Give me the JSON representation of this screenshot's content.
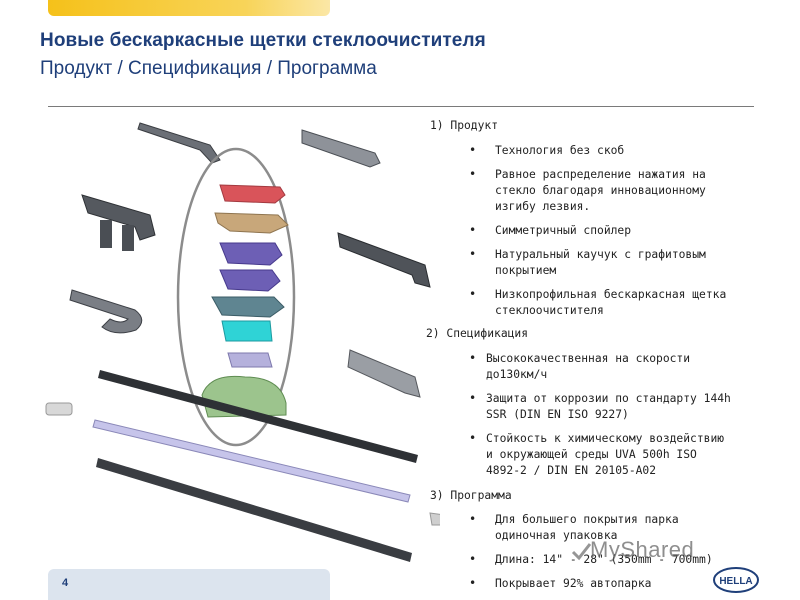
{
  "slide": {
    "title": "Новые бескаркасные щетки стеклоочистителя",
    "subtitle": "Продукт / Спецификация / Программа",
    "page_number": "4"
  },
  "sections": {
    "product": {
      "heading": "1) Продукт",
      "items": [
        [
          "Технология без  скоб"
        ],
        [
          "Равное распределение нажатия на",
          "стекло благодаря инновационному",
          "изгибу лезвия."
        ],
        [
          "Симметричный спойлер"
        ],
        [
          "Натуральный каучук с графитовым",
          "покрытием"
        ],
        [
          "Низкопрофильная бескаркасная щетка",
          "стеклоочистителя"
        ]
      ]
    },
    "specification": {
      "heading": "2) Спецификация",
      "items": [
        [
          "Высококачественная на скорости",
          "до130км/ч"
        ],
        [
          "Защита от коррозии по стандарту 144h",
          "SSR (DIN EN ISO 9227)"
        ],
        [
          "Стойкость к химическому воздействию",
          "и окружающей среды UVA 500h ISO",
          "4892-2 / DIN EN 20105-A02"
        ]
      ]
    },
    "program": {
      "heading": "3) Программа",
      "items": [
        [
          "Для большего покрытия парка",
          "одиночная упаковка"
        ],
        [
          "Длина: 14\" - 28\" (350mm - 700mm)"
        ],
        [
          "Покрывает 92% автопарка"
        ]
      ]
    }
  },
  "watermark": "MyShared",
  "logo_text": "HELLA",
  "colors": {
    "title": "#1f3f7a",
    "accent_bar": "#f5c11a",
    "bottom_bar": "#dce4ee",
    "adapter_red": "#d9545a",
    "adapter_tan": "#c8a77a",
    "adapter_purple": "#6d5fb5",
    "adapter_slate": "#5f8591",
    "adapter_cyan": "#2fd3d6",
    "adapter_lilac": "#b5b1dc",
    "spoiler_green": "#9cc48d"
  }
}
